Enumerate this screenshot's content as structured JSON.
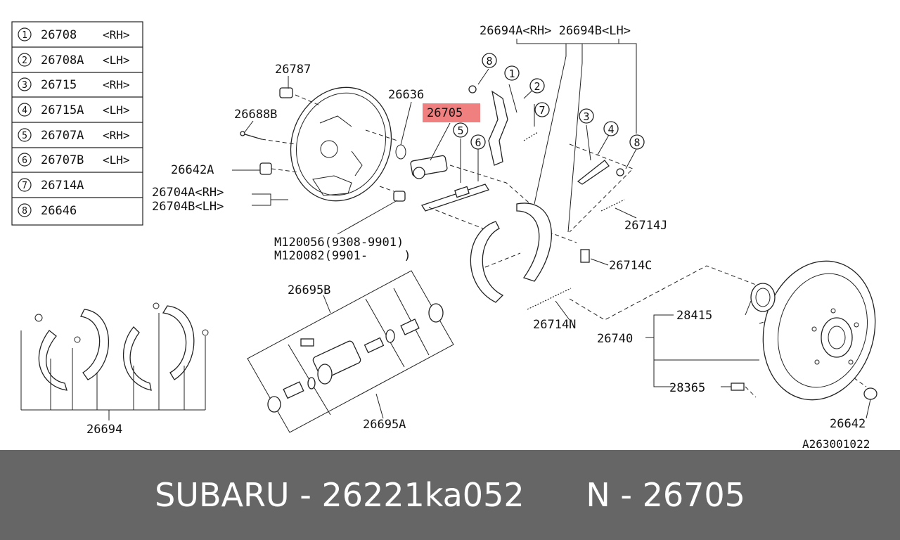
{
  "legend": [
    {
      "num": "1",
      "code": "26708",
      "side": "<RH>"
    },
    {
      "num": "2",
      "code": "26708A",
      "side": "<LH>"
    },
    {
      "num": "3",
      "code": "26715",
      "side": "<RH>"
    },
    {
      "num": "4",
      "code": "26715A",
      "side": "<LH>"
    },
    {
      "num": "5",
      "code": "26707A",
      "side": "<RH>"
    },
    {
      "num": "6",
      "code": "26707B",
      "side": "<LH>"
    },
    {
      "num": "7",
      "code": "26714A",
      "side": ""
    },
    {
      "num": "8",
      "code": "26646",
      "side": ""
    }
  ],
  "labels": {
    "p26694a_b": "26694A<RH> 26694B<LH>",
    "p26787": "26787",
    "p26636": "26636",
    "p26705": "26705",
    "p26688b": "26688B",
    "p26642a": "26642A",
    "p26704a": "26704A<RH>",
    "p26704b": "26704B<LH>",
    "p_m120056": "M120056(9308-9901)",
    "p_m120082": "M120082(9901-     )",
    "p26714j": "26714J",
    "p26714c": "26714C",
    "p26695b": "26695B",
    "p26714n": "26714N",
    "p28415": "28415",
    "p26740": "26740",
    "p28365": "28365",
    "p26694": "26694",
    "p26695a": "26695A",
    "p26642": "26642",
    "diagram_code": "A263001022"
  },
  "callouts": {
    "c1": "1",
    "c2": "2",
    "c3": "3",
    "c4": "4",
    "c5": "5",
    "c6": "6",
    "c7": "7",
    "c8a": "8",
    "c8b": "8"
  },
  "highlight_color": "#f08080",
  "footer": {
    "text": "SUBARU - 26221ka052      N - 26705"
  }
}
